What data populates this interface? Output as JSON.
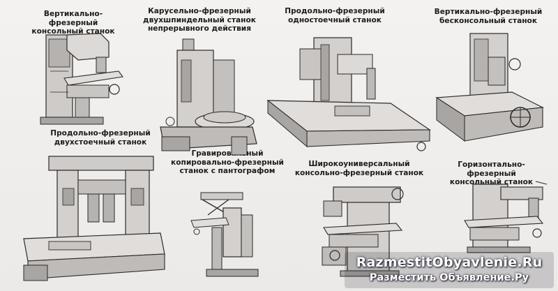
{
  "captions": {
    "m1": "Вертикально-фрезерный\nконсольный станок",
    "m2": "Карусельно-фрезерный\nдвухшпиндельный станок\nнепрерывного действия",
    "m3": "Продольно-фрезерный\nодностоечный станок",
    "m4": "Вертикально-фрезерный\nбесконсольный станок",
    "m5": "Продольно-фрезерный\nдвухстоечный станок",
    "m6": "Гравировальный\nкопировально-фрезерный\nстанок с пантографом",
    "m7": "Широкоуниверсальный\nконсольно-фрезерный станок",
    "m8": "Горизонтально-фрезерный\nконсольный станок"
  },
  "watermark": {
    "line1": "RazmestitObyavlenie.Ru",
    "line2": "Разместить Объявление.Ру"
  },
  "colors": {
    "machine_fill": "#d9d6d4",
    "machine_shade": "#9a9694",
    "outline": "#2a2a2a"
  }
}
